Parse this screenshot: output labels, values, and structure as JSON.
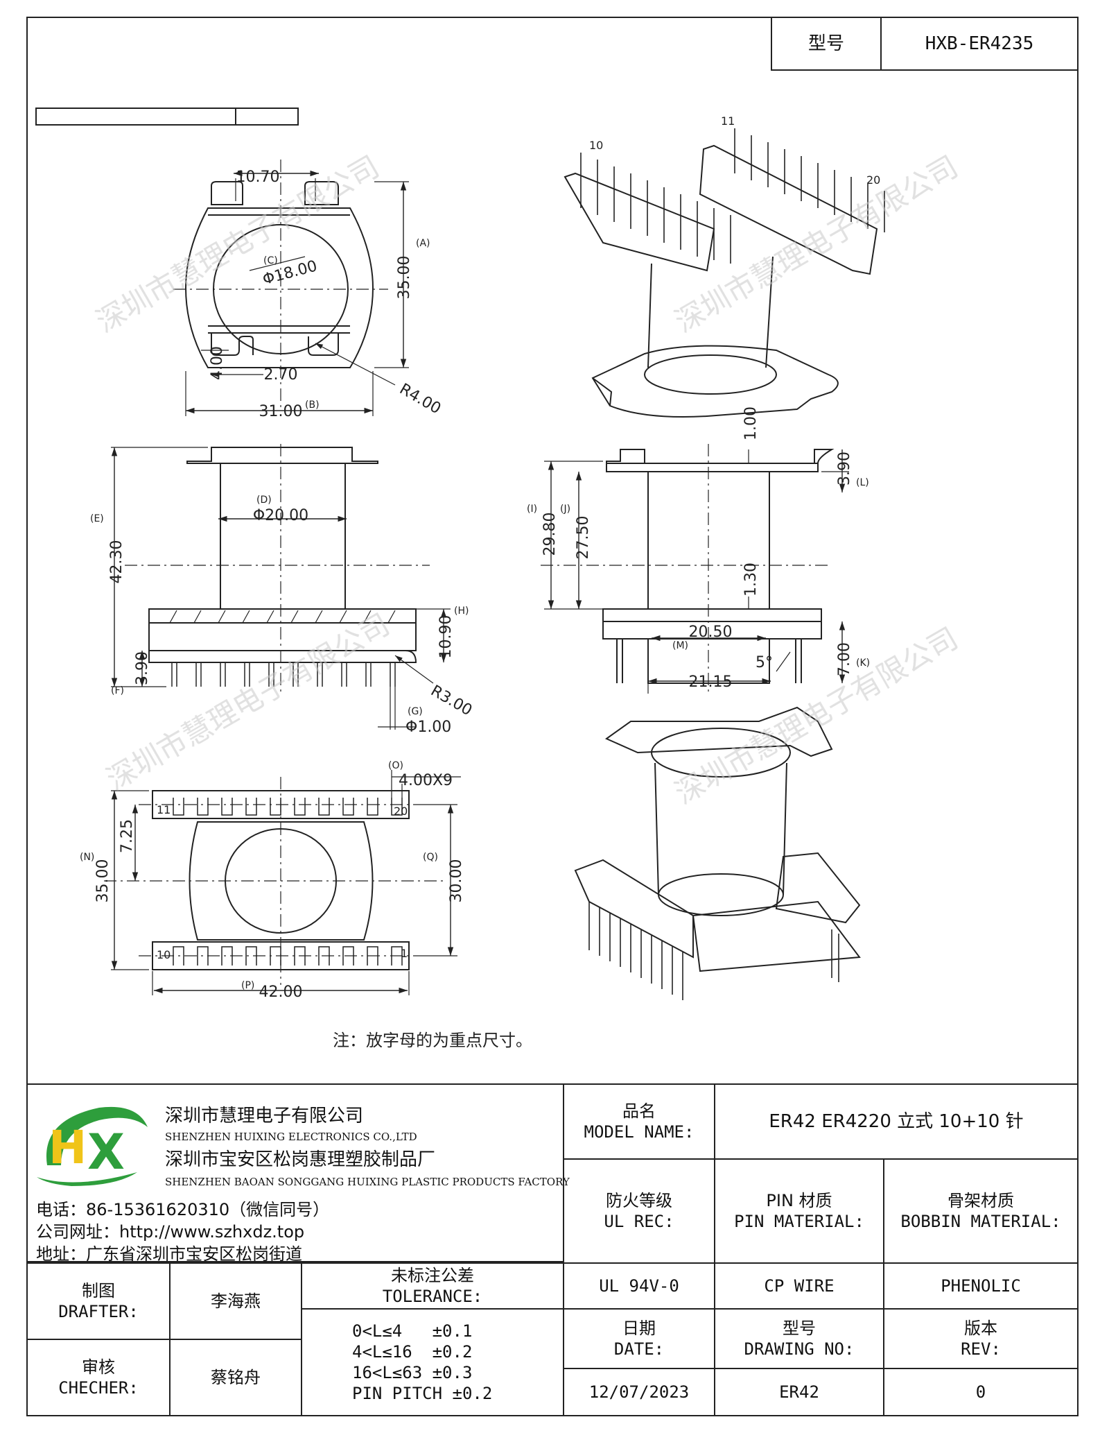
{
  "header": {
    "type_label": "型号",
    "type_value": "HXB-ER4235"
  },
  "drawing": {
    "top_view": {
      "w_top": "10.70",
      "h": "35.00",
      "h_tag": "(A)",
      "dia": "Φ18.00",
      "dia_tag": "(C)",
      "slot_h": "4.00",
      "slot_w": "2.70",
      "r": "R4.00",
      "w": "31.00",
      "w_tag": "(B)"
    },
    "side_view": {
      "dia": "Φ20.00",
      "dia_tag": "(D)",
      "h": "42.30",
      "h_tag": "(E)",
      "base_h": "10.90",
      "base_tag": "(H)",
      "pin_len": "3.90",
      "pin_tag": "(F)",
      "r": "R3.00",
      "pin_dia": "Φ1.00",
      "pin_dia_tag": "(G)"
    },
    "front_view": {
      "top": "1.00",
      "l": "3.90",
      "l_tag": "(L)",
      "i": "29.80",
      "i_tag": "(I)",
      "j": "27.50",
      "j_tag": "(J)",
      "m": "20.50",
      "m_tag": "(M)",
      "mid": "1.30",
      "angle": "5°",
      "w": "21.15",
      "k": "7.00",
      "k_tag": "(K)"
    },
    "bottom_view": {
      "pitch": "4.00X9",
      "o_tag": "(O)",
      "n": "35.00",
      "n_tag": "(N)",
      "off": "7.25",
      "q": "30.00",
      "q_tag": "(Q)",
      "p": "42.00",
      "p_tag": "(P)",
      "pin11": "11",
      "pin20": "20",
      "pin10": "10",
      "pin1": "1"
    },
    "iso_top": {
      "pin10": "10",
      "pin11": "11",
      "pin20": "20"
    },
    "note": "注：放字母的为重点尺寸。",
    "watermark": "深圳市慧理电子有限公司"
  },
  "company": {
    "name_cn": "深圳市慧理电子有限公司",
    "name_en": "SHENZHEN HUIXING ELECTRONICS CO.,LTD",
    "factory_cn": "深圳市宝安区松岗惠理塑胶制品厂",
    "factory_en": "SHENZHEN BAOAN SONGGANG HUIXING PLASTIC PRODUCTS FACTORY",
    "phone": "电话：86-15361620310（微信同号）",
    "web": "公司网址：http://www.szhxdz.top",
    "addr": "地址：广东省深圳市宝安区松岗街道",
    "logo_text": "HX",
    "logo_colors": {
      "h": "#f0c419",
      "x": "#2e9e3c",
      "swoosh": "#2e9e3c"
    }
  },
  "title_block": {
    "model_label_cn": "品名",
    "model_label_en": "MODEL NAME:",
    "model_value": "ER42 ER4220 立式 10+10 针",
    "fire_cn": "防火等级",
    "fire_en": "UL REC:",
    "pin_cn": "PIN 材质",
    "pin_en": "PIN MATERIAL:",
    "bob_cn": "骨架材质",
    "bob_en": "BOBBIN MATERIAL:",
    "fire_value": "UL 94V-0",
    "pin_value": "CP WIRE",
    "bob_value": "PHENOLIC",
    "drafter_cn": "制图",
    "drafter_en": "DRAFTER:",
    "drafter_name": "李海燕",
    "checker_cn": "审核",
    "checker_en": "CHECHER:",
    "checker_name": "蔡铭舟",
    "tol_cn": "未标注公差",
    "tol_en": "TOLERANCE:",
    "tol_lines": [
      "0<L≤4   ±0.1",
      "4<L≤16  ±0.2",
      "16<L≤63 ±0.3",
      "PIN PITCH ±0.2"
    ],
    "date_cn": "日期",
    "date_en": "DATE:",
    "date_value": "12/07/2023",
    "dwg_cn": "型号",
    "dwg_en": "DRAWING NO:",
    "dwg_value": "ER42",
    "rev_cn": "版本",
    "rev_en": "REV:",
    "rev_value": "0"
  }
}
